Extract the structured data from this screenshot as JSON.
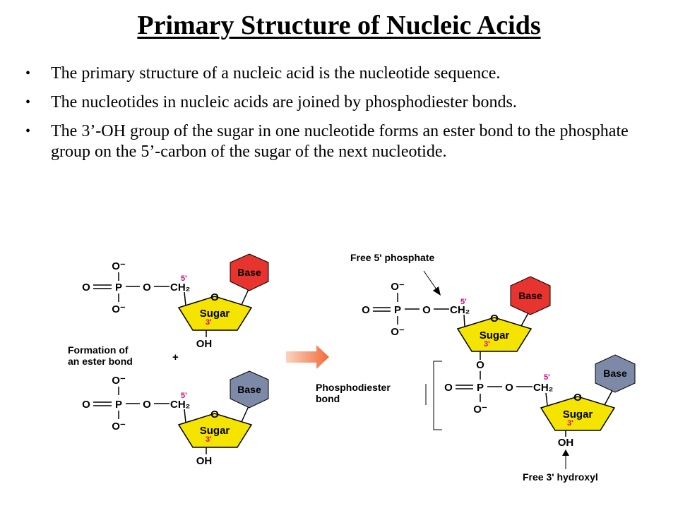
{
  "title": "Primary Structure of Nucleic Acids",
  "bullets": [
    "The primary structure of a nucleic acid is the nucleotide sequence.",
    "The nucleotides in nucleic acids are joined by phosphodiester bonds.",
    "The 3’-OH group of the sugar in one nucleotide forms an ester bond to the phosphate group on the 5’-carbon of the sugar of the next nucleotide."
  ],
  "diagram": {
    "base_label": "Base",
    "sugar_label": "Sugar",
    "five_prime": "5'",
    "three_prime": "3'",
    "oxygen": "O",
    "o_minus": "O⁻",
    "phosphorus": "P",
    "ch2": "CH₂",
    "oh": "OH",
    "plus": "+",
    "formation_line1": "Formation of",
    "formation_line2": "an ester bond",
    "free_phosphate": "Free 5' phosphate",
    "phosphodiester_line1": "Phosphodiester",
    "phosphodiester_line2": "bond",
    "free_hydroxyl": "Free 3' hydroxyl",
    "colors": {
      "base_top": "#e8342f",
      "base_bottom": "#7d8aa7",
      "sugar": "#f5e400",
      "prime": "#d6007e",
      "arrow": "#f26b3a"
    }
  }
}
